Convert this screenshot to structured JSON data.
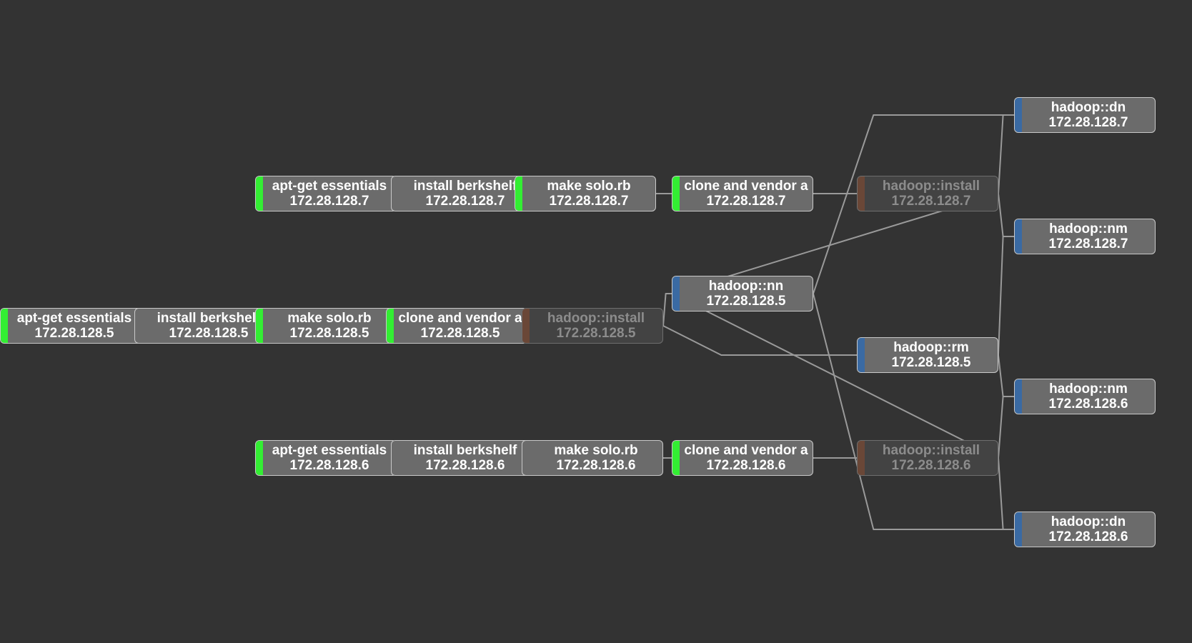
{
  "colors": {
    "background": "#333333",
    "node_fill": "#6b6b6b",
    "node_border": "#c9c9c9",
    "edge": "#9a9a9a",
    "status_done": "#33ee33",
    "status_role": "#3a6aa3",
    "status_pending": "#8a4a2e"
  },
  "nodes": [
    {
      "id": "apt7",
      "title": "apt-get essentials",
      "ip": "172.28.128.7",
      "status": "done"
    },
    {
      "id": "berk7",
      "title": "install berkshelf",
      "ip": "172.28.128.7",
      "status": "none"
    },
    {
      "id": "solo7",
      "title": "make solo.rb",
      "ip": "172.28.128.7",
      "status": "done"
    },
    {
      "id": "clone7",
      "title": "clone and vendor a",
      "ip": "172.28.128.7",
      "status": "done"
    },
    {
      "id": "inst7",
      "title": "hadoop::install",
      "ip": "172.28.128.7",
      "status": "pending"
    },
    {
      "id": "apt5",
      "title": "apt-get essentials",
      "ip": "172.28.128.5",
      "status": "done"
    },
    {
      "id": "berk5",
      "title": "install berkshelf",
      "ip": "172.28.128.5",
      "status": "none"
    },
    {
      "id": "solo5",
      "title": "make solo.rb",
      "ip": "172.28.128.5",
      "status": "done"
    },
    {
      "id": "clone5",
      "title": "clone and vendor a",
      "ip": "172.28.128.5",
      "status": "done"
    },
    {
      "id": "inst5",
      "title": "hadoop::install",
      "ip": "172.28.128.5",
      "status": "pending"
    },
    {
      "id": "apt6",
      "title": "apt-get essentials",
      "ip": "172.28.128.6",
      "status": "done"
    },
    {
      "id": "berk6",
      "title": "install berkshelf",
      "ip": "172.28.128.6",
      "status": "none"
    },
    {
      "id": "solo6",
      "title": "make solo.rb",
      "ip": "172.28.128.6",
      "status": "none"
    },
    {
      "id": "clone6",
      "title": "clone and vendor a",
      "ip": "172.28.128.6",
      "status": "done"
    },
    {
      "id": "inst6",
      "title": "hadoop::install",
      "ip": "172.28.128.6",
      "status": "pending"
    },
    {
      "id": "nn5",
      "title": "hadoop::nn",
      "ip": "172.28.128.5",
      "status": "role"
    },
    {
      "id": "rm5",
      "title": "hadoop::rm",
      "ip": "172.28.128.5",
      "status": "role"
    },
    {
      "id": "dn7",
      "title": "hadoop::dn",
      "ip": "172.28.128.7",
      "status": "role"
    },
    {
      "id": "nm7",
      "title": "hadoop::nm",
      "ip": "172.28.128.7",
      "status": "role"
    },
    {
      "id": "nm6",
      "title": "hadoop::nm",
      "ip": "172.28.128.6",
      "status": "role"
    },
    {
      "id": "dn6",
      "title": "hadoop::dn",
      "ip": "172.28.128.6",
      "status": "role"
    }
  ],
  "edges": [
    [
      "apt7",
      "berk7"
    ],
    [
      "berk7",
      "solo7"
    ],
    [
      "solo7",
      "clone7"
    ],
    [
      "clone7",
      "inst7"
    ],
    [
      "apt5",
      "berk5"
    ],
    [
      "berk5",
      "solo5"
    ],
    [
      "solo5",
      "clone5"
    ],
    [
      "clone5",
      "inst5"
    ],
    [
      "apt6",
      "berk6"
    ],
    [
      "berk6",
      "solo6"
    ],
    [
      "solo6",
      "clone6"
    ],
    [
      "clone6",
      "inst6"
    ],
    [
      "inst5",
      "nn5"
    ],
    [
      "inst5",
      "rm5"
    ],
    [
      "inst7",
      "nn5"
    ],
    [
      "inst6",
      "nn5"
    ],
    [
      "nn5",
      "dn7"
    ],
    [
      "nn5",
      "dn6"
    ],
    [
      "inst7",
      "dn7"
    ],
    [
      "inst7",
      "nm7"
    ],
    [
      "rm5",
      "nm7"
    ],
    [
      "rm5",
      "nm6"
    ],
    [
      "inst6",
      "nm6"
    ],
    [
      "inst6",
      "dn6"
    ]
  ]
}
